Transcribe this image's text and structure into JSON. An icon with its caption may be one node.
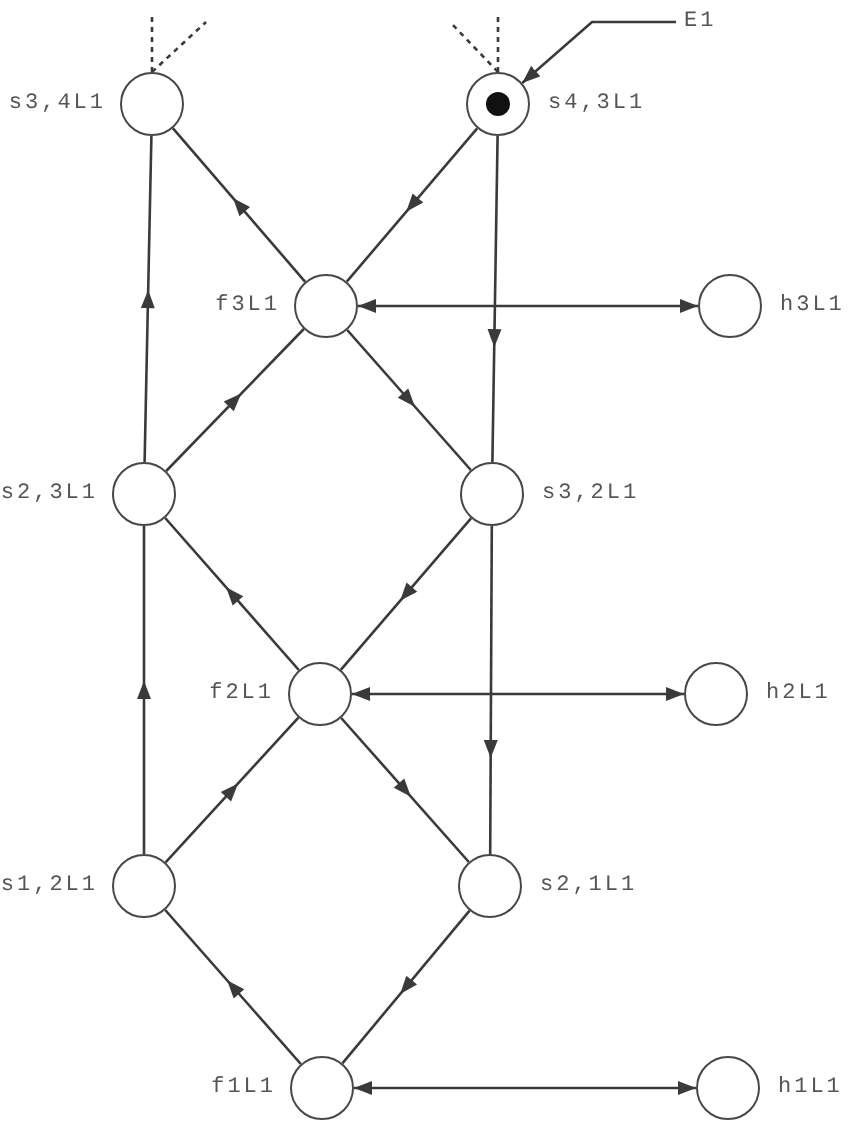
{
  "diagram": {
    "nodes": [
      {
        "text": [
          "E1"
        ]
      },
      {
        "text": [
          "s3,4L1"
        ]
      },
      {
        "text": [
          "s4,3L1"
        ]
      },
      {
        "text": [
          "f3L1"
        ]
      },
      {
        "text": [
          "h3L1"
        ]
      },
      {
        "text": [
          "s2,3L1"
        ]
      },
      {
        "text": [
          "s3,2L1"
        ]
      },
      {
        "text": [
          "f2L1"
        ]
      },
      {
        "text": [
          "h2L1"
        ]
      },
      {
        "text": [
          "s1,2L1"
        ]
      },
      {
        "text": [
          "s2,1L1"
        ]
      },
      {
        "text": [
          "f1L1"
        ]
      },
      {
        "text": [
          "h1L1"
        ]
      }
    ],
    "edges": [
      {
        "from": 5,
        "to": 1,
        "arrow": "to"
      },
      {
        "from": 3,
        "to": 1,
        "arrow": "to"
      },
      {
        "from": 2,
        "to": 3,
        "arrow": "to"
      },
      {
        "from": 2,
        "to": 6,
        "arrow": "to"
      },
      {
        "from": 0,
        "to": 2,
        "arrow": "to"
      },
      {
        "from": 3,
        "to": 4,
        "arrow": "both"
      },
      {
        "from": 5,
        "to": 3,
        "arrow": "to"
      },
      {
        "from": 3,
        "to": 6,
        "arrow": "to"
      },
      {
        "from": 7,
        "to": 5,
        "arrow": "to"
      },
      {
        "from": 6,
        "to": 7,
        "arrow": "to"
      },
      {
        "from": 9,
        "to": 5,
        "arrow": "to"
      },
      {
        "from": 6,
        "to": 10,
        "arrow": "to"
      },
      {
        "from": 7,
        "to": 8,
        "arrow": "both"
      },
      {
        "from": 9,
        "to": 7,
        "arrow": "to"
      },
      {
        "from": 7,
        "to": 10,
        "arrow": "to"
      },
      {
        "from": 11,
        "to": 9,
        "arrow": "to"
      },
      {
        "from": 10,
        "to": 11,
        "arrow": "to"
      },
      {
        "from": 11,
        "to": 12,
        "arrow": "both"
      },
      {
        "from": 1,
        "to": null,
        "arrow": "none",
        "style": "dashed"
      },
      {
        "from": 1,
        "to": null,
        "arrow": "none",
        "style": "dashed"
      },
      {
        "from": 2,
        "to": null,
        "arrow": "none",
        "style": "dashed"
      },
      {
        "from": 2,
        "to": null,
        "arrow": "none",
        "style": "dashed"
      }
    ]
  }
}
